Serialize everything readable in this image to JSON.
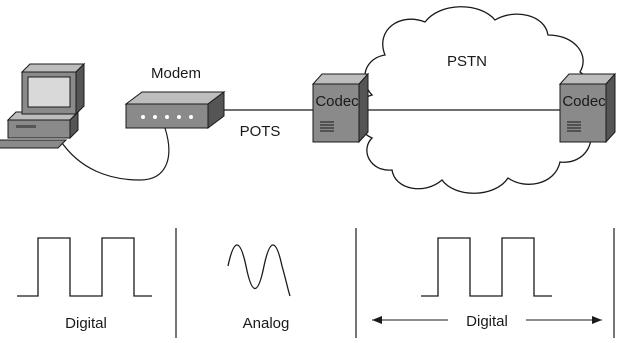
{
  "labels": {
    "modem": "Modem",
    "pots": "POTS",
    "pstn": "PSTN",
    "codec_left": "Codec",
    "codec_right": "Codec",
    "signal_left": "Digital",
    "signal_middle": "Analog",
    "signal_right": "Digital"
  },
  "icons": {
    "computer": "computer-icon",
    "modem": "modem-icon",
    "codec": "codec-server-icon",
    "cloud": "cloud-icon"
  },
  "colors": {
    "ink": "#1a1a1a",
    "device_dark": "#555555",
    "device_mid": "#8a8a8a",
    "device_light": "#bdbdbd",
    "screen": "#d9d9d9",
    "cloud_fill": "#ffffff"
  }
}
